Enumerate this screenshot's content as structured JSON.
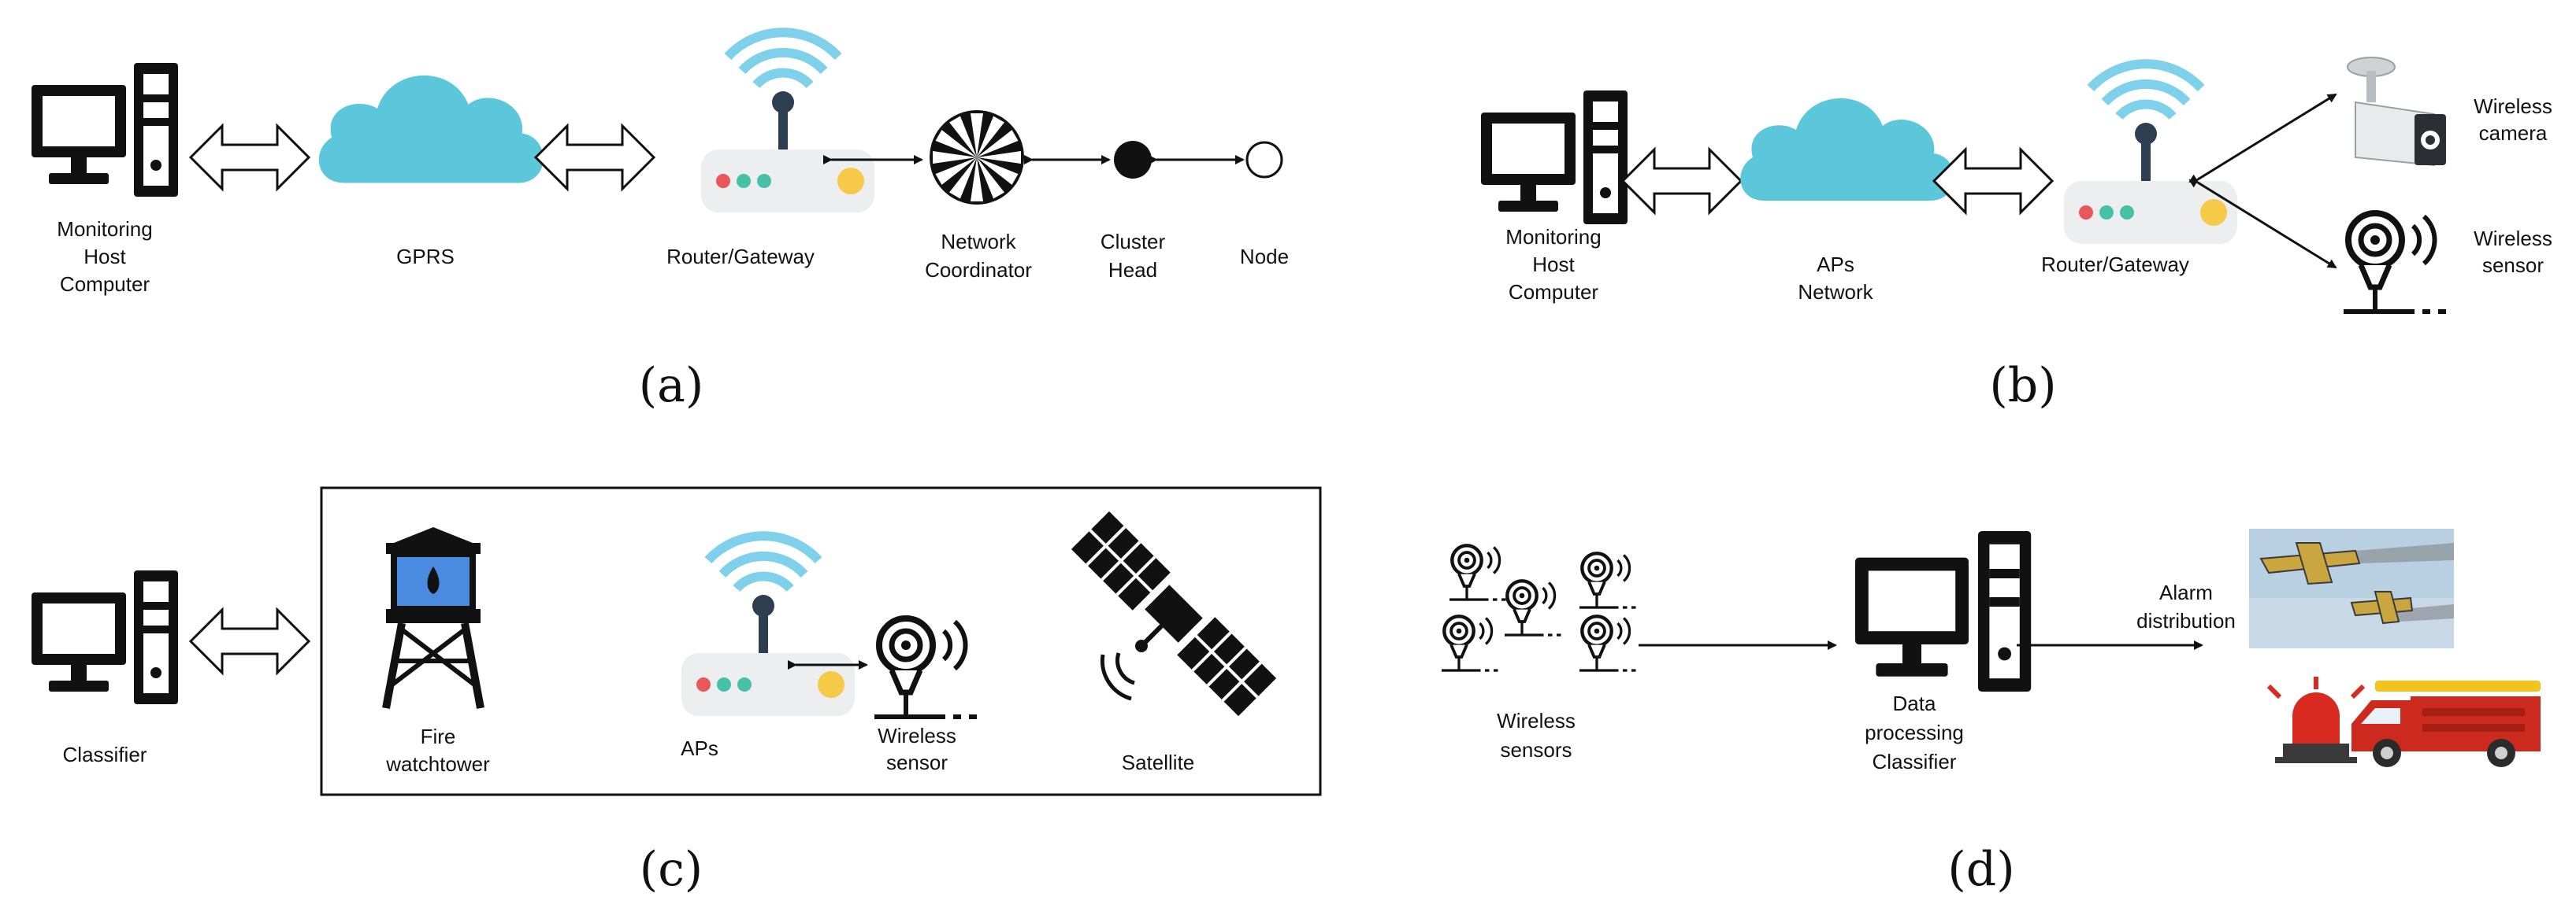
{
  "panel_a": {
    "monitoring_label": [
      "Monitoring",
      "Host",
      "Computer"
    ],
    "gprs_label": "GPRS",
    "router_label": "Router/Gateway",
    "coordinator_label": [
      "Network",
      "Coordinator"
    ],
    "cluster_label": [
      "Cluster",
      "Head"
    ],
    "node_label": "Node",
    "caption": "(a)"
  },
  "panel_b": {
    "monitoring_label": [
      "Monitoring",
      "Host",
      "Computer"
    ],
    "aps_label": [
      "APs",
      "Network"
    ],
    "router_label": "Router/Gateway",
    "camera_label": [
      "Wireless",
      "camera"
    ],
    "sensor_label": [
      "Wireless",
      "sensor"
    ],
    "caption": "(b)"
  },
  "panel_c": {
    "classifier_label": "Classifier",
    "watchtower_label": [
      "Fire",
      "watchtower"
    ],
    "aps_label": "APs",
    "sensor_label": [
      "Wireless",
      "sensor"
    ],
    "satellite_label": "Satellite",
    "caption": "(c)"
  },
  "panel_d": {
    "sensors_label": [
      "Wireless",
      "sensors"
    ],
    "processing_label": [
      "Data",
      "processing",
      "Classifier"
    ],
    "alarm_label": [
      "Alarm",
      "distribution"
    ],
    "caption": "(d)"
  },
  "colors": {
    "cloud": "#5cc6da",
    "wifi": "#7fd0ea",
    "router_red": "#e8575a",
    "router_teal": "#47c0a8",
    "router_yellow": "#f7c948",
    "tank_blue": "#4a8be0",
    "truck_red": "#cc2a1e",
    "ladder_yellow": "#f2c31a",
    "siren_red": "#d82a20"
  }
}
